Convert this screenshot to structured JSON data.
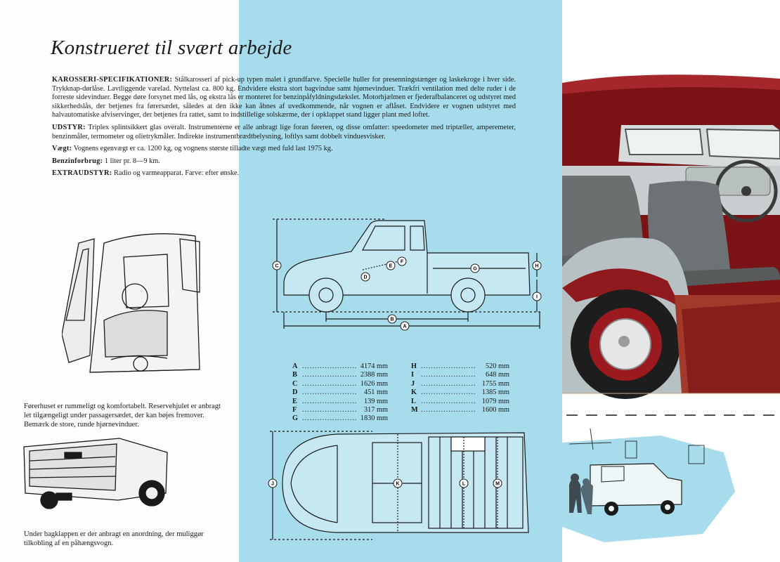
{
  "heading": "Konstrueret til svært arbejde",
  "specs": {
    "karosseri_label": "KAROSSERI-SPECIFIKATIONER:",
    "karosseri_text": "Stålkarosseri af pick-up typen malet i grundfarve. Specielle huller for presenningstænger og laskekroge i hver side. Trykknap-dørlåse. Lavtliggende varelad. Nyttelast ca. 800 kg. Endvidere ekstra stort bagvindue samt hjørnevinduer. Trækfri ventilation med delte ruder i de forreste sidevinduer. Begge døre forsynet med lås, og ekstra lås er monteret for benzinpåfyldningsdækslet. Motorhjælmen er fjederafbalanceret og udstyret med sikkerhedslås, der betjenes fra førersædet, således at den ikke kan åbnes af uvedkommende, når vognen er aflåset. Endvidere er vognen udstyret med halvautomatiske afviservinger, der betjenes fra rattet, samt to indstillelige solskærme, der i opklappet stand ligger plant med loftet.",
    "udstyr_label": "UDSTYR:",
    "udstyr_text": "Triplex splintsikkert glas overalt. Instrumenterne er alle anbragt lige foran føreren, og disse omfatter: speedometer med triptæller, amperemeter, benzinmåler, termometer og olietrykmåler. Indirekte instrumentbrædtbelysning, loftlys samt dobbelt vinduesvisker.",
    "vaegt_label": "Vægt:",
    "vaegt_text": "Vognens egenvægt er ca. 1200 kg, og vognens største tilladte vægt med fuld last 1975 kg.",
    "benzin_label": "Benzinforbrug:",
    "benzin_text": "1 liter pr. 8—9 km.",
    "extra_label": "EXTRAUDSTYR:",
    "extra_text": "Radio og varmeapparat. Farve: efter ønske."
  },
  "captions": {
    "cab": "Førerhuset er rummeligt og komfortabelt. Reservehjulet er anbragt let tilgængeligt under passagersædet, der kan bøjes fremover. Bemærk de store, runde hjørnevinduer.",
    "tailgate": "Under bagklappen er der anbragt en anordning, der muliggør tilkobling af en påhængsvogn."
  },
  "dimensions_left": [
    {
      "key": "A",
      "dots": "......................",
      "value": "4174 mm"
    },
    {
      "key": "B",
      "dots": "......................",
      "value": "2388 mm"
    },
    {
      "key": "C",
      "dots": "......................",
      "value": "1626 mm"
    },
    {
      "key": "D",
      "dots": "......................",
      "value": "451 mm"
    },
    {
      "key": "E",
      "dots": "......................",
      "value": "139 mm"
    },
    {
      "key": "F",
      "dots": "......................",
      "value": "317 mm"
    },
    {
      "key": "G",
      "dots": "......................",
      "value": "1830 mm"
    }
  ],
  "dimensions_right": [
    {
      "key": "H",
      "dots": "......................",
      "value": "520 mm"
    },
    {
      "key": "I",
      "dots": "......................",
      "value": "648 mm"
    },
    {
      "key": "J",
      "dots": "......................",
      "value": "1755 mm"
    },
    {
      "key": "K",
      "dots": "......................",
      "value": "1385 mm"
    },
    {
      "key": "L",
      "dots": "......................",
      "value": "1079 mm"
    },
    {
      "key": "M",
      "dots": "......................",
      "value": "1600 mm"
    }
  ],
  "diagram_markers": {
    "a": "A",
    "b": "B",
    "c": "C",
    "d": "D",
    "e": "E",
    "f": "F",
    "g": "G",
    "h": "H",
    "i": "I",
    "j": "J",
    "k": "K",
    "l": "L",
    "m": "M"
  },
  "colors": {
    "blue_panel": "#a6dcec",
    "car_red": "#8e1a1e",
    "line": "#1a1a1a"
  }
}
